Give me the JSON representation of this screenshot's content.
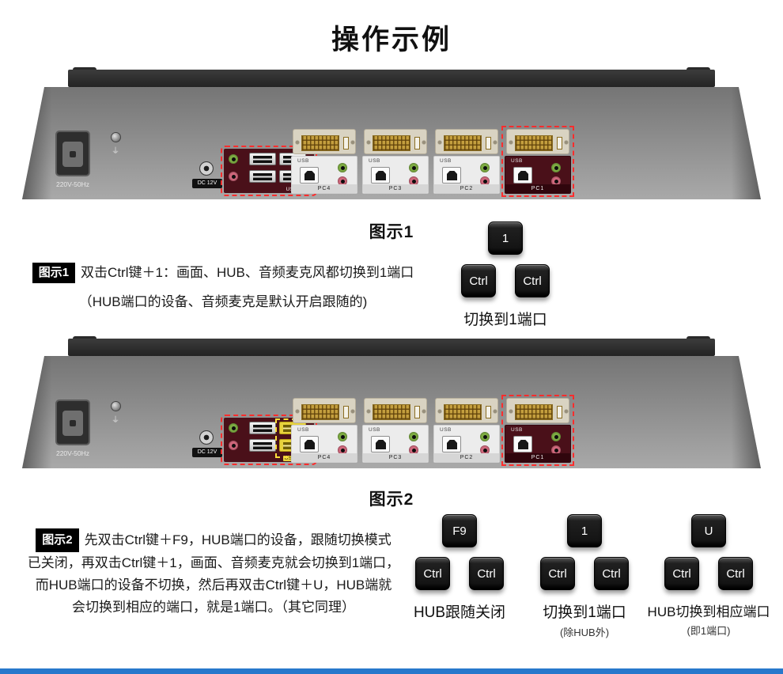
{
  "page": {
    "title": "操作示例",
    "accent_blue": "#2878cc",
    "highlight_red": "#ff2d2d",
    "highlight_yellow": "#e8d23c"
  },
  "device": {
    "power_label": "220V-50Hz",
    "dc_label": "DC 12V",
    "hub_label": "USB HUB",
    "usb_label": "USB",
    "ports": {
      "pc4": "PC4",
      "pc3": "PC3",
      "pc2": "PC2",
      "pc1": "PC1"
    },
    "icons": {
      "ground": "⏚"
    }
  },
  "figure1": {
    "caption": "图示1",
    "note_badge": "图示1",
    "note_line1": "双击Ctrl键＋1：画面、HUB、音频麦克风都切换到1端口",
    "note_line2": "（HUB端口的设备、音频麦克是默认开启跟随的)",
    "key_top": "1",
    "key_left": "Ctrl",
    "key_right": "Ctrl",
    "key_caption": "切换到1端口"
  },
  "figure2": {
    "caption": "图示2",
    "note_badge": "图示2",
    "note_line1": "先双击Ctrl键＋F9，HUB端口的设备，跟随切换模式",
    "note_line2": "已关闭，再双击Ctrl键＋1，画面、音频麦克就会切换到1端口，",
    "note_line3": "而HUB端口的设备不切换，然后再双击Ctrl键＋U，HUB端就",
    "note_line4": "会切换到相应的端口，就是1端口。（其它同理）",
    "groups": [
      {
        "key_top": "F9",
        "key_left": "Ctrl",
        "key_right": "Ctrl",
        "caption": "HUB跟随关闭",
        "subcaption": ""
      },
      {
        "key_top": "1",
        "key_left": "Ctrl",
        "key_right": "Ctrl",
        "caption": "切换到1端口",
        "subcaption": "(除HUB外)"
      },
      {
        "key_top": "U",
        "key_left": "Ctrl",
        "key_right": "Ctrl",
        "caption": "HUB切换到相应端口",
        "subcaption": "(即1端口)"
      }
    ]
  }
}
